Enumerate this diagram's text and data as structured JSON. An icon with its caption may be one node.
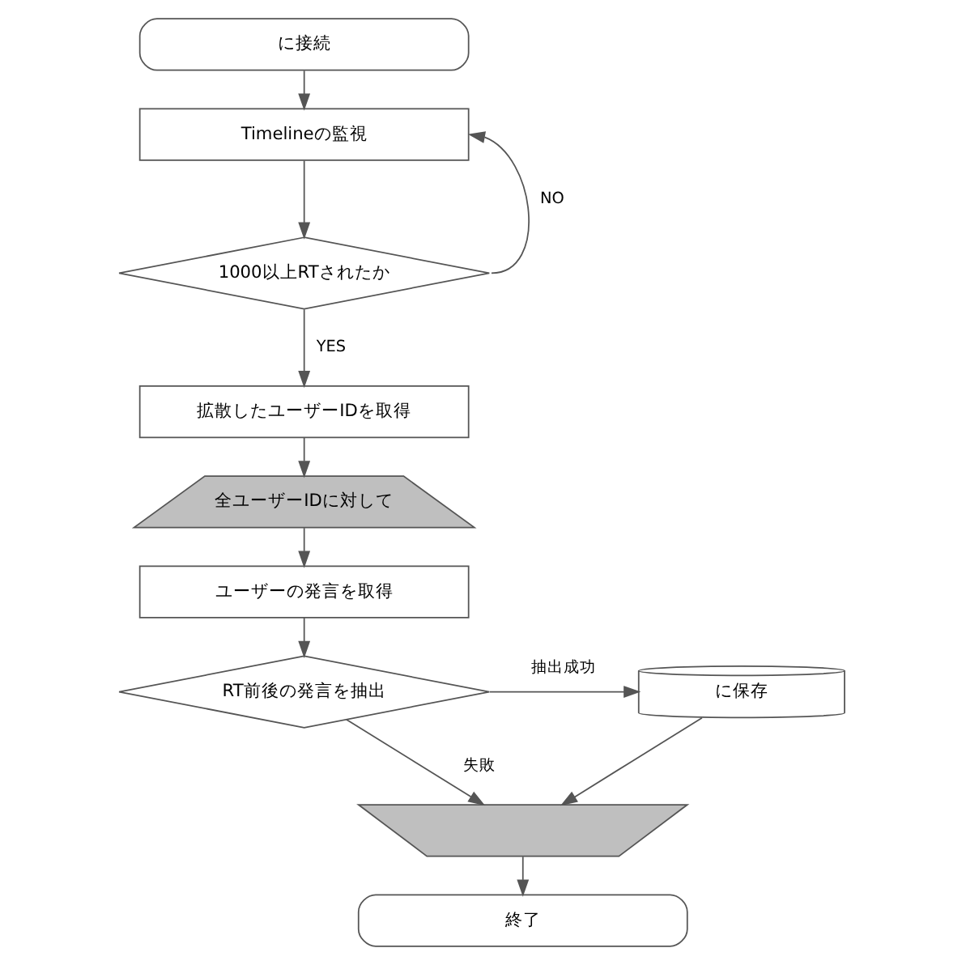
{
  "diagram": {
    "nodes": [
      {
        "text": [
          "に接続"
        ]
      },
      {
        "text": [
          "Timelineの監視"
        ]
      },
      {
        "text": [
          "1000以上RTされたか"
        ]
      },
      {
        "text": [
          "拡散したユーザーIDを取得"
        ]
      },
      {
        "text": [
          "全ユーザーIDに対して"
        ]
      },
      {
        "text": [
          "ユーザーの発言を取得"
        ]
      },
      {
        "text": [
          "RT前後の発言を抽出"
        ]
      },
      {
        "text": [
          "に保存"
        ]
      },
      {
        "text": [],
        "shape": "trapezoid"
      },
      {
        "text": [
          "終了"
        ]
      }
    ],
    "edges": [
      {
        "from": 0,
        "to": 1,
        "arrow": "to"
      },
      {
        "from": 1,
        "to": 2,
        "arrow": "to"
      },
      {
        "from": 2,
        "to": 1,
        "arrow": "to",
        "label": "NO"
      },
      {
        "from": 2,
        "to": 3,
        "arrow": "to",
        "label": "YES"
      },
      {
        "from": 3,
        "to": 4,
        "arrow": "to"
      },
      {
        "from": 4,
        "to": 5,
        "arrow": "to"
      },
      {
        "from": 5,
        "to": 6,
        "arrow": "to"
      },
      {
        "from": 6,
        "to": 7,
        "arrow": "to",
        "label": "抽出成功"
      },
      {
        "from": 7,
        "to": 8,
        "arrow": "to"
      },
      {
        "from": 6,
        "to": 8,
        "arrow": "to",
        "label": "失敗"
      },
      {
        "from": 8,
        "to": 9,
        "arrow": "to"
      }
    ]
  }
}
